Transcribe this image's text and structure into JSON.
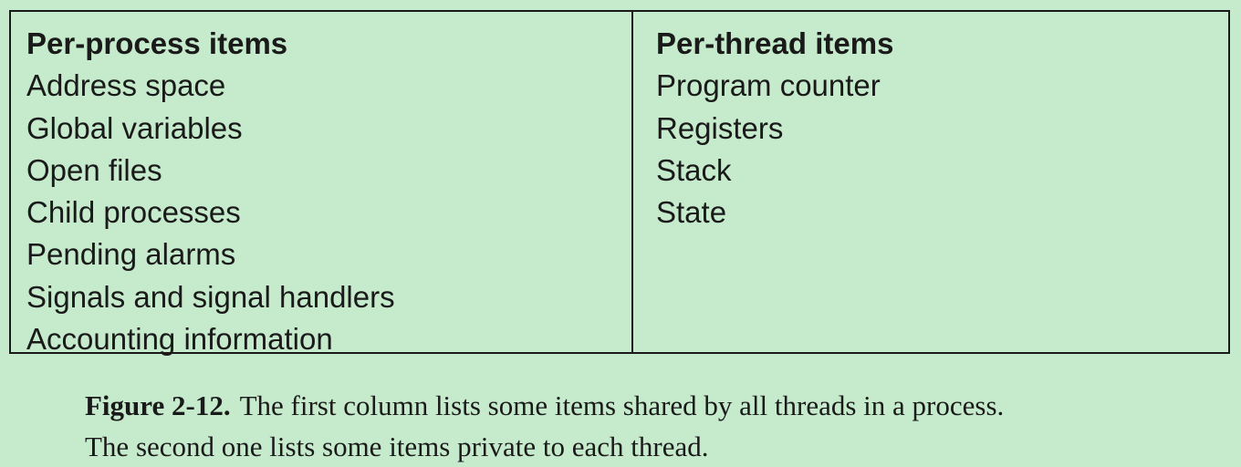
{
  "table": {
    "left_column": {
      "header": "Per-process items",
      "items": [
        "Address space",
        "Global variables",
        "Open files",
        "Child processes",
        "Pending alarms",
        "Signals and signal handlers",
        "Accounting information"
      ]
    },
    "right_column": {
      "header": "Per-thread items",
      "items": [
        "Program counter",
        "Registers",
        "Stack",
        "State"
      ]
    }
  },
  "caption": {
    "label": "Figure 2-12.",
    "line1": "The first column lists some items shared by all threads in a process.",
    "line2": "The second one lists some items private to each thread."
  },
  "colors": {
    "background": "#c6ebcc",
    "text": "#1a1a1a",
    "border": "#1a1a1a"
  }
}
